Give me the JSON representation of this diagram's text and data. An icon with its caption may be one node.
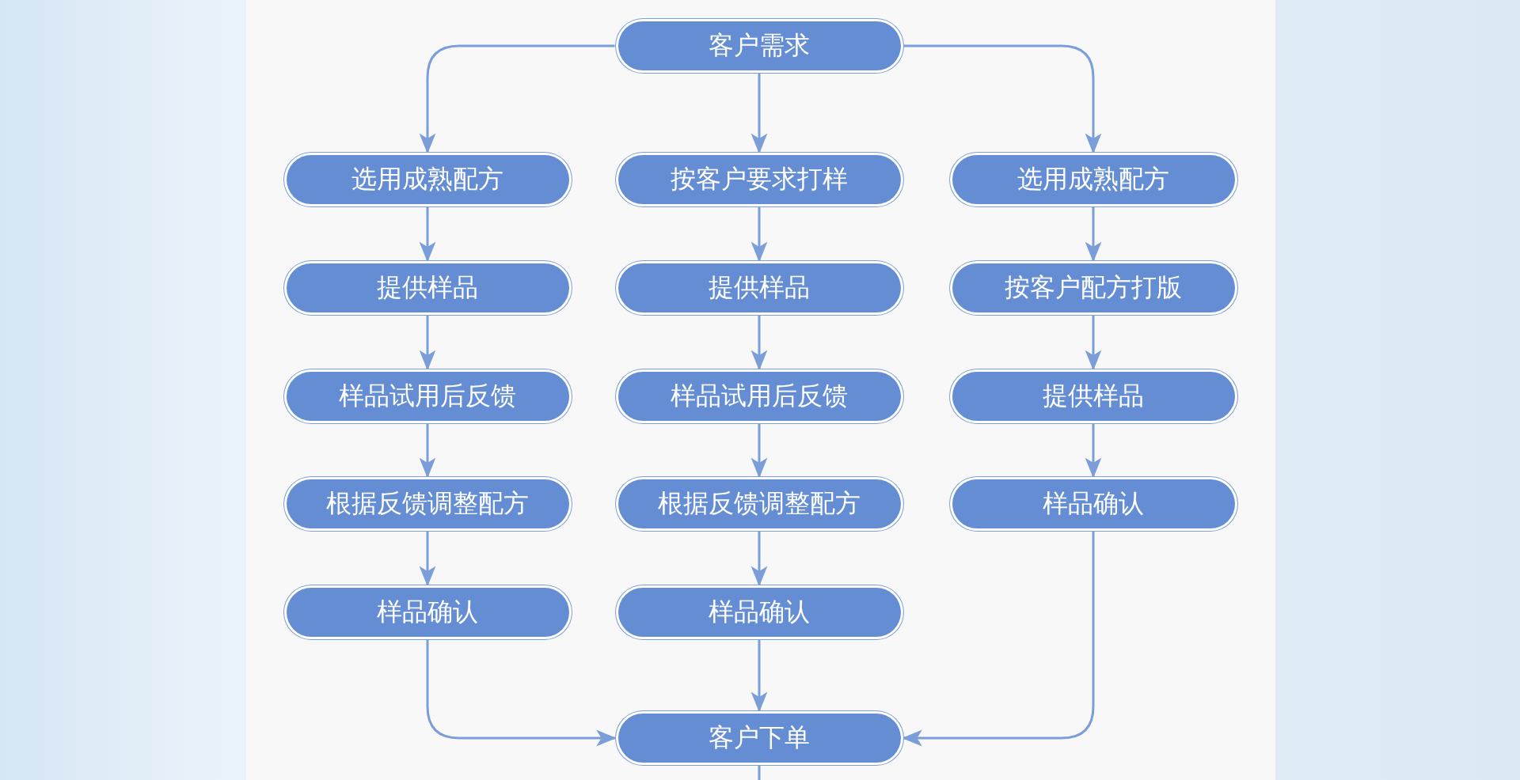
{
  "diagram": {
    "nodes": [
      {
        "text": [
          "客户需求"
        ]
      },
      {
        "text": [
          "选用成熟配方"
        ]
      },
      {
        "text": [
          "按客户要求打样"
        ]
      },
      {
        "text": [
          "选用成熟配方"
        ]
      },
      {
        "text": [
          "提供样品"
        ]
      },
      {
        "text": [
          "提供样品"
        ]
      },
      {
        "text": [
          "按客户配方打版"
        ]
      },
      {
        "text": [
          "样品试用后反馈"
        ]
      },
      {
        "text": [
          "样品试用后反馈"
        ]
      },
      {
        "text": [
          "提供样品"
        ]
      },
      {
        "text": [
          "根据反馈调整配方"
        ]
      },
      {
        "text": [
          "根据反馈调整配方"
        ]
      },
      {
        "text": [
          "样品确认"
        ]
      },
      {
        "text": [
          "样品确认"
        ]
      },
      {
        "text": [
          "样品确认"
        ]
      },
      {
        "text": [
          "客户下单"
        ]
      }
    ],
    "edges": [
      {
        "from": 0,
        "to": 1,
        "arrow": "to"
      },
      {
        "from": 0,
        "to": 2,
        "arrow": "to"
      },
      {
        "from": 0,
        "to": 3,
        "arrow": "to"
      },
      {
        "from": 1,
        "to": 4,
        "arrow": "to"
      },
      {
        "from": 2,
        "to": 5,
        "arrow": "to"
      },
      {
        "from": 3,
        "to": 6,
        "arrow": "to"
      },
      {
        "from": 4,
        "to": 7,
        "arrow": "to"
      },
      {
        "from": 5,
        "to": 8,
        "arrow": "to"
      },
      {
        "from": 6,
        "to": 9,
        "arrow": "to"
      },
      {
        "from": 7,
        "to": 10,
        "arrow": "to"
      },
      {
        "from": 8,
        "to": 11,
        "arrow": "to"
      },
      {
        "from": 9,
        "to": 12,
        "arrow": "to"
      },
      {
        "from": 10,
        "to": 13,
        "arrow": "to"
      },
      {
        "from": 11,
        "to": 14,
        "arrow": "to"
      },
      {
        "from": 13,
        "to": 15,
        "arrow": "to"
      },
      {
        "from": 14,
        "to": 15,
        "arrow": "to"
      },
      {
        "from": 12,
        "to": 15,
        "arrow": "to"
      },
      {
        "from": 15,
        "to": null,
        "arrow": "none"
      }
    ]
  }
}
